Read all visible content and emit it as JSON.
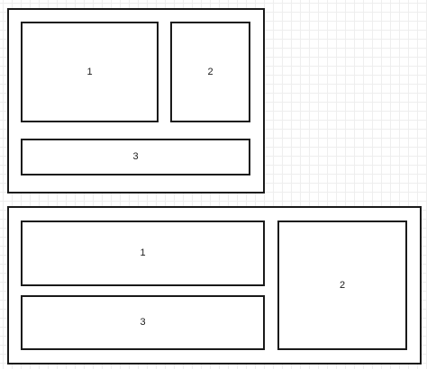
{
  "layout_top": {
    "panels": [
      {
        "label": "1"
      },
      {
        "label": "2"
      },
      {
        "label": "3"
      }
    ]
  },
  "layout_bottom": {
    "panels": [
      {
        "label": "1"
      },
      {
        "label": "3"
      },
      {
        "label": "2"
      }
    ]
  }
}
